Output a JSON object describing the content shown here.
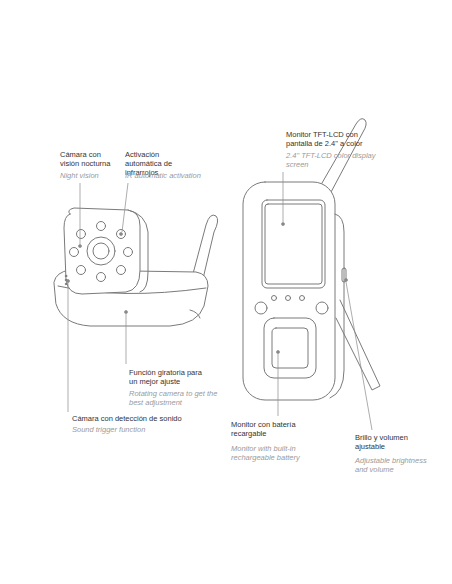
{
  "diagram": {
    "labels": [
      "Cámara con visión nocturna",
      "Night vision",
      "Activación automática de infrarrojos",
      "IR automatic activation",
      "Monitor TFT-LCD con pantalla de 2.4\" a color",
      "2.4\" TFT-LCD color display screen",
      "Función giratoria para un mejor ajuste",
      "Rotating camera to get the best adjustment",
      "Cámara con detección de sonido",
      "Sound trigger function",
      "Monitor con batería recargable",
      "Monitor with built-in rechargeable battery",
      "Brillo y volumen ajustable",
      "Adjustable brightness and volume"
    ]
  }
}
